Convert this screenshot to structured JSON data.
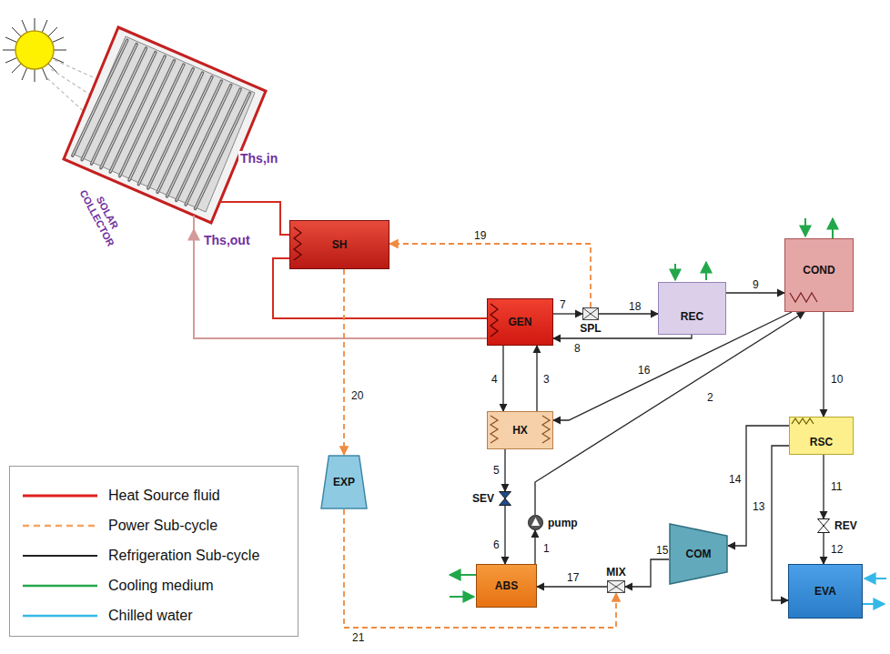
{
  "diagram": {
    "nodes": [
      {
        "text": [
          "SOLAR COLLECTOR"
        ]
      },
      {
        "text": [
          "SH"
        ]
      },
      {
        "text": [
          "GEN"
        ]
      },
      {
        "text": [
          "SPL"
        ]
      },
      {
        "text": [
          "REC"
        ]
      },
      {
        "text": [
          "COND"
        ]
      },
      {
        "text": [
          "HX"
        ]
      },
      {
        "text": [
          "SEV"
        ]
      },
      {
        "text": [
          "pump"
        ]
      },
      {
        "text": [
          "EXP"
        ]
      },
      {
        "text": [
          "ABS"
        ]
      },
      {
        "text": [
          "MIX"
        ]
      },
      {
        "text": [
          "COM"
        ]
      },
      {
        "text": [
          "RSC"
        ]
      },
      {
        "text": [
          "REV"
        ]
      },
      {
        "text": [
          "EVA"
        ]
      }
    ],
    "edges": [
      {
        "from": 0,
        "to": 1,
        "arrow": "none"
      },
      {
        "from": 1,
        "to": 2,
        "arrow": "none"
      },
      {
        "from": 2,
        "to": 0,
        "arrow": "to"
      },
      {
        "from": 2,
        "to": 3,
        "label": "7",
        "arrow": "to"
      },
      {
        "from": 3,
        "to": 4,
        "label": "18",
        "arrow": "to"
      },
      {
        "from": 3,
        "to": 1,
        "label": "19",
        "arrow": "to"
      },
      {
        "from": 4,
        "to": 5,
        "label": "9",
        "arrow": "to"
      },
      {
        "from": 4,
        "to": 2,
        "label": "8",
        "arrow": "to"
      },
      {
        "from": 5,
        "to": 13,
        "label": "10",
        "arrow": "to"
      },
      {
        "from": 13,
        "to": 14,
        "label": "11",
        "arrow": "to"
      },
      {
        "from": 14,
        "to": 15,
        "label": "12",
        "arrow": "to"
      },
      {
        "from": 13,
        "to": 15,
        "label": "13",
        "arrow": "to"
      },
      {
        "from": 13,
        "to": 12,
        "label": "14",
        "arrow": "to"
      },
      {
        "from": 12,
        "to": 11,
        "label": "15",
        "arrow": "to"
      },
      {
        "from": 11,
        "to": 10,
        "label": "17",
        "arrow": "to"
      },
      {
        "from": 1,
        "to": 9,
        "label": "20",
        "arrow": "to"
      },
      {
        "from": 9,
        "to": 11,
        "label": "21",
        "arrow": "to"
      },
      {
        "from": 10,
        "to": 8,
        "label": "1",
        "arrow": "to"
      },
      {
        "from": 8,
        "to": 5,
        "label": "2",
        "arrow": "to"
      },
      {
        "from": 5,
        "to": 6,
        "label": "16",
        "arrow": "to"
      },
      {
        "from": 2,
        "to": 6,
        "label": "4",
        "arrow": "to"
      },
      {
        "from": 6,
        "to": 2,
        "label": "3",
        "arrow": "to"
      },
      {
        "from": 6,
        "to": 7,
        "label": "5",
        "arrow": "to"
      },
      {
        "from": 7,
        "to": 10,
        "label": "6",
        "arrow": "to"
      }
    ],
    "labels": [
      "Ths,in",
      "Ths,out"
    ],
    "legend": [
      {
        "text": "Heat Source fluid"
      },
      {
        "text": "Power Sub-cycle"
      },
      {
        "text": "Refrigeration Sub-cycle"
      },
      {
        "text": "Cooling medium"
      },
      {
        "text": "Chilled water"
      }
    ]
  }
}
